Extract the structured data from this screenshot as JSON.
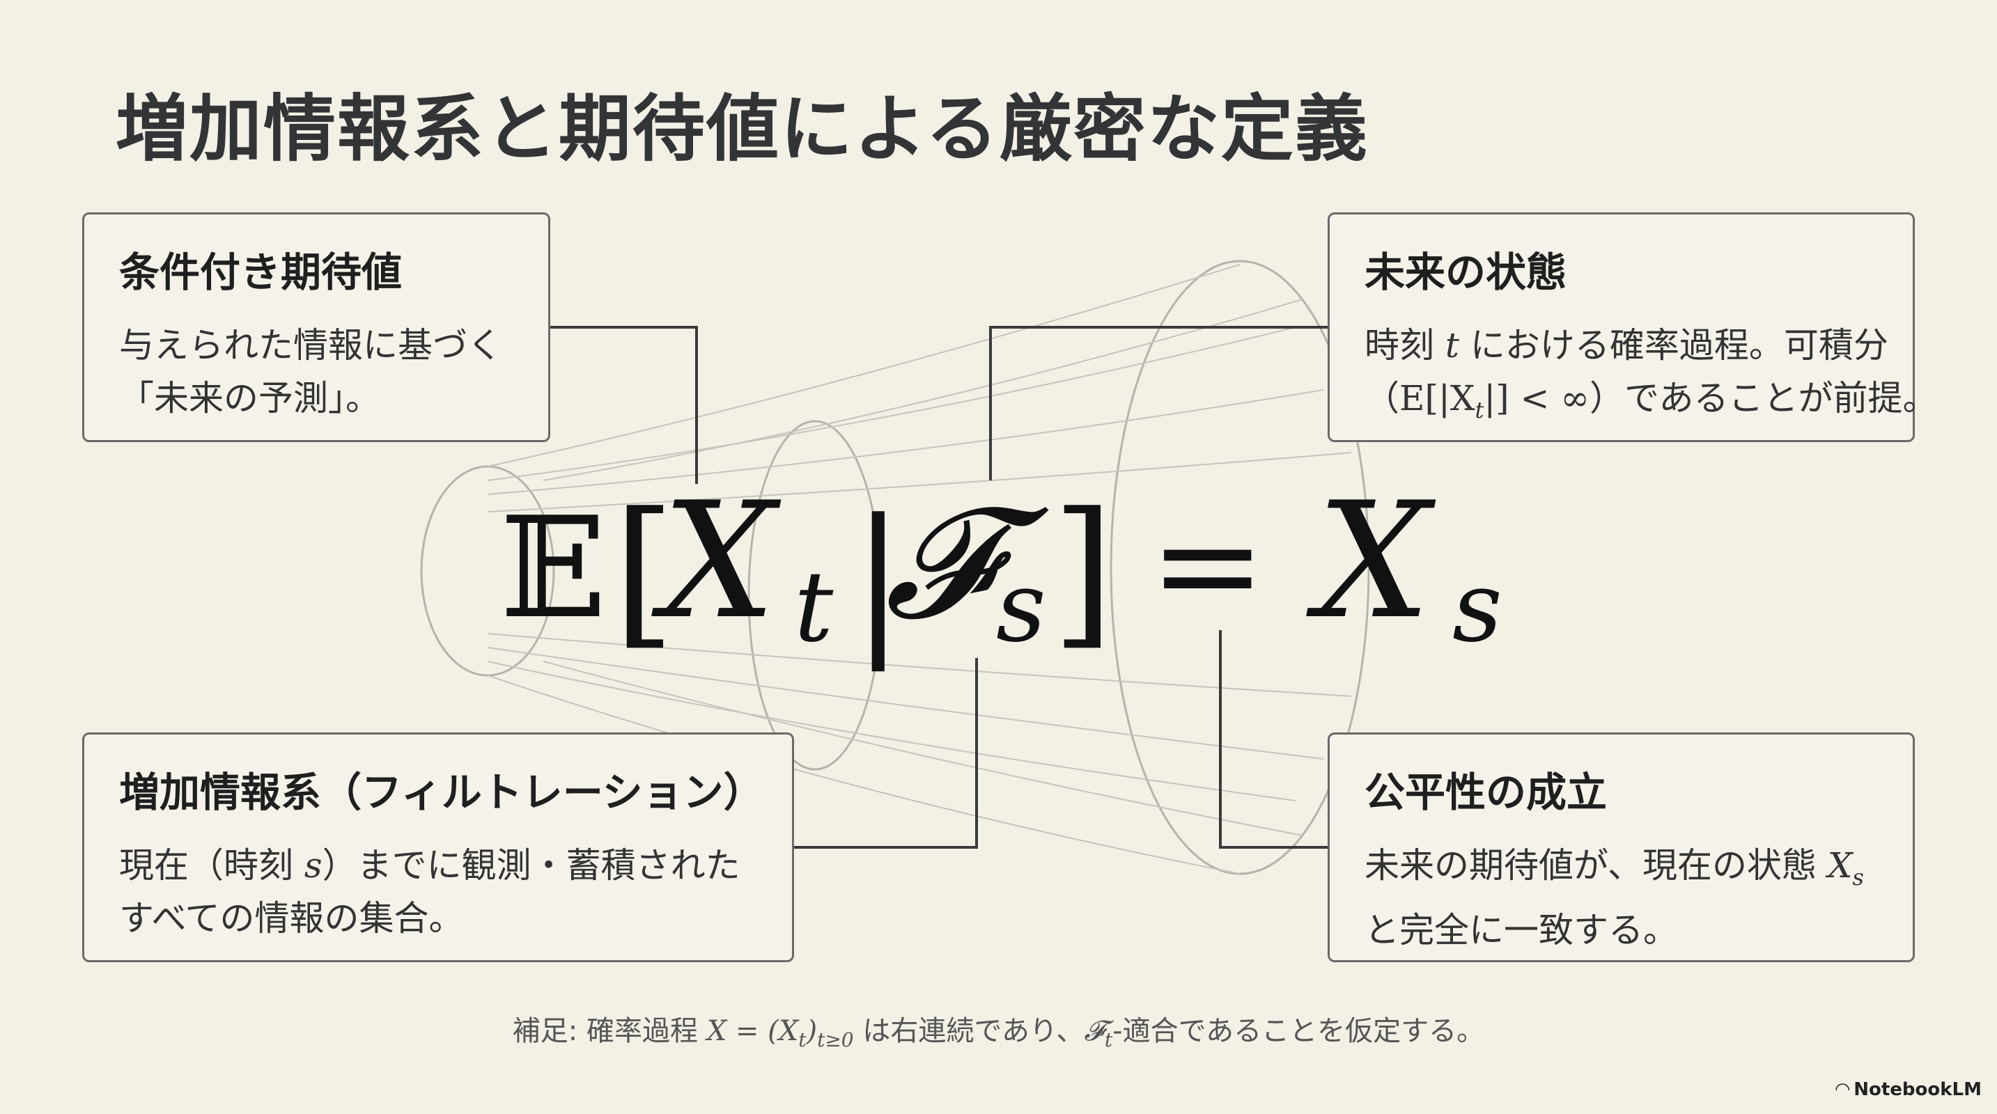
{
  "title": "増加情報系と期待値による厳密な定義",
  "formula": {
    "bb_e": "𝔼",
    "lbracket": "[",
    "x": "X",
    "sub_t": "t",
    "bar": "|",
    "f": "𝓕",
    "sub_s": "s",
    "rbracket": "]",
    "equals": "=",
    "rhs_x": "X",
    "rhs_sub_s": "s"
  },
  "boxes": {
    "top_left": {
      "title": "条件付き期待値",
      "line1": "与えられた情報に基づく",
      "line2": "「未来の予測」。"
    },
    "top_right": {
      "title": "未来の状態",
      "line1_a": "時刻 ",
      "line1_var": "t",
      "line1_b": " における確率過程。可積分",
      "line2_a": "（",
      "line2_math": "E[|X",
      "line2_sub": "t",
      "line2_math2": "|] < ∞",
      "line2_b": "）であることが前提。"
    },
    "bottom_left": {
      "title": "増加情報系（フィルトレーション）",
      "line1_a": "現在（時刻 ",
      "line1_var": "s",
      "line1_b": "）までに観測・蓄積された",
      "line2": "すべての情報の集合。"
    },
    "bottom_right": {
      "title": "公平性の成立",
      "line1_a": "未来の期待値が、現在の状態 ",
      "line1_var": "X",
      "line1_sub": "s",
      "line2": "と完全に一致する。"
    }
  },
  "note": {
    "prefix": "補足: 確率過程 ",
    "math1": "X = (X",
    "sub1": "t",
    "math2": ")",
    "sub2": "t≥0",
    "middle": " は右連続であり、",
    "math3": "𝓕",
    "sub3": "t",
    "suffix": "-適合であることを仮定する。"
  },
  "brand": "NotebookLM",
  "colors": {
    "background": "#f3f0e6",
    "box_border": "#6a6a6a",
    "connector": "#3a3a3a",
    "funnel": "#b9b7b0"
  }
}
